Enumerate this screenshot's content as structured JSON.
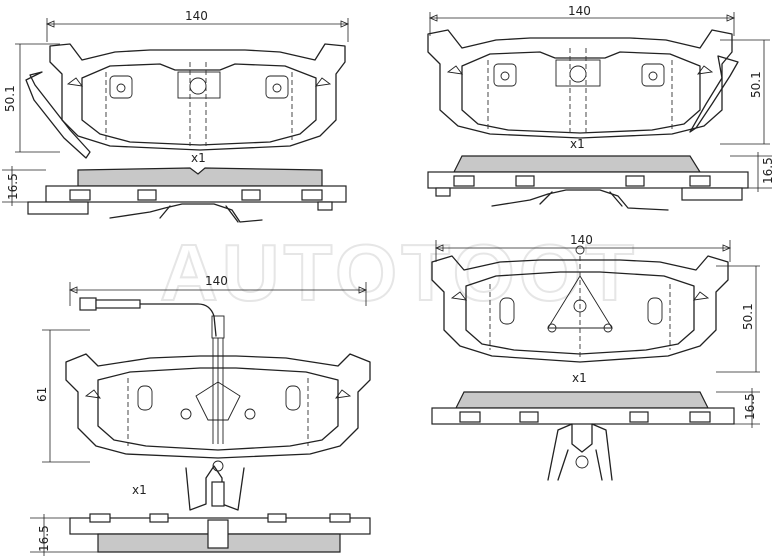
{
  "watermark": "AUTOTOOT",
  "views": [
    {
      "id": "top-left",
      "width_label": "140",
      "height_label": "50.1",
      "qty_label": "x1",
      "thickness_label": "16.5"
    },
    {
      "id": "top-right",
      "width_label": "140",
      "height_label": "50.1",
      "qty_label": "x1",
      "thickness_label": "16.5"
    },
    {
      "id": "bottom-left",
      "width_label": "140",
      "height_label": "61",
      "qty_label": "x1",
      "thickness_label": "16.5"
    },
    {
      "id": "bottom-right",
      "width_label": "140",
      "height_label": "50.1",
      "qty_label": "x1",
      "thickness_label": "16.5"
    }
  ]
}
